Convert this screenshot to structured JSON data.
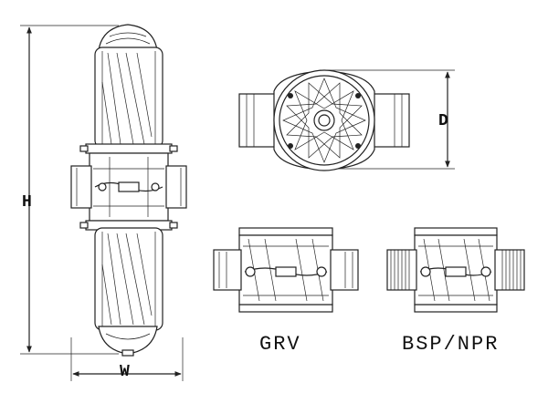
{
  "dimensions": {
    "height_label": "H",
    "width_label": "W",
    "diameter_label": "D"
  },
  "variants": [
    {
      "caption": "GRV"
    },
    {
      "caption": "BSP/NPR"
    }
  ]
}
